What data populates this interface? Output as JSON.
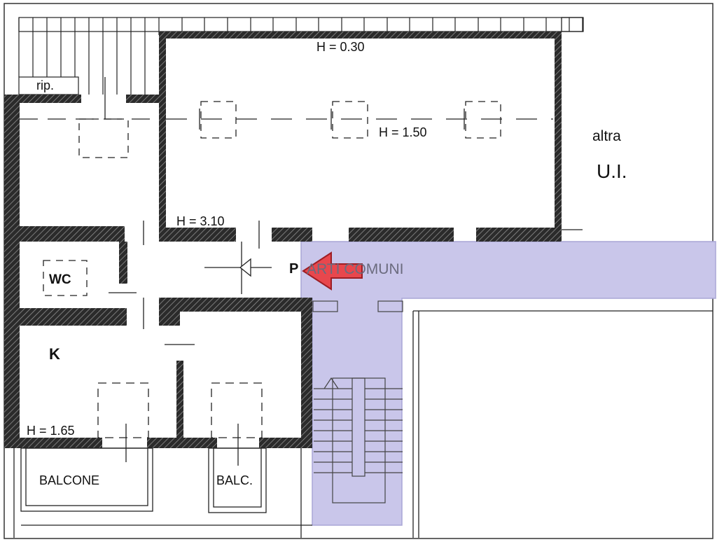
{
  "labels": {
    "rip": "rip.",
    "h_top": "H = 0.30",
    "h_mid": "H = 1.50",
    "h_hall": "H = 3.10",
    "h_bottom": "H = 1.65",
    "altra": "altra",
    "ui": "U.I.",
    "wc": "WC",
    "p": "P",
    "parti_comuni": "ARTI COMUNI",
    "k": "K",
    "balcone": "BALCONE",
    "balc": "BALC."
  },
  "colors": {
    "wall_fill": "#2b2b2b",
    "wall_hatch": "#9a9a9a",
    "line": "#222222",
    "common_area": "#c9c6ea",
    "common_area_border": "#a9a5d6",
    "arrow_fill": "#e8474d",
    "arrow_stroke": "#9c1e24"
  },
  "icons": {
    "entry_arrow": "arrow-left-icon",
    "door_marker": "door-arrow-icon"
  }
}
